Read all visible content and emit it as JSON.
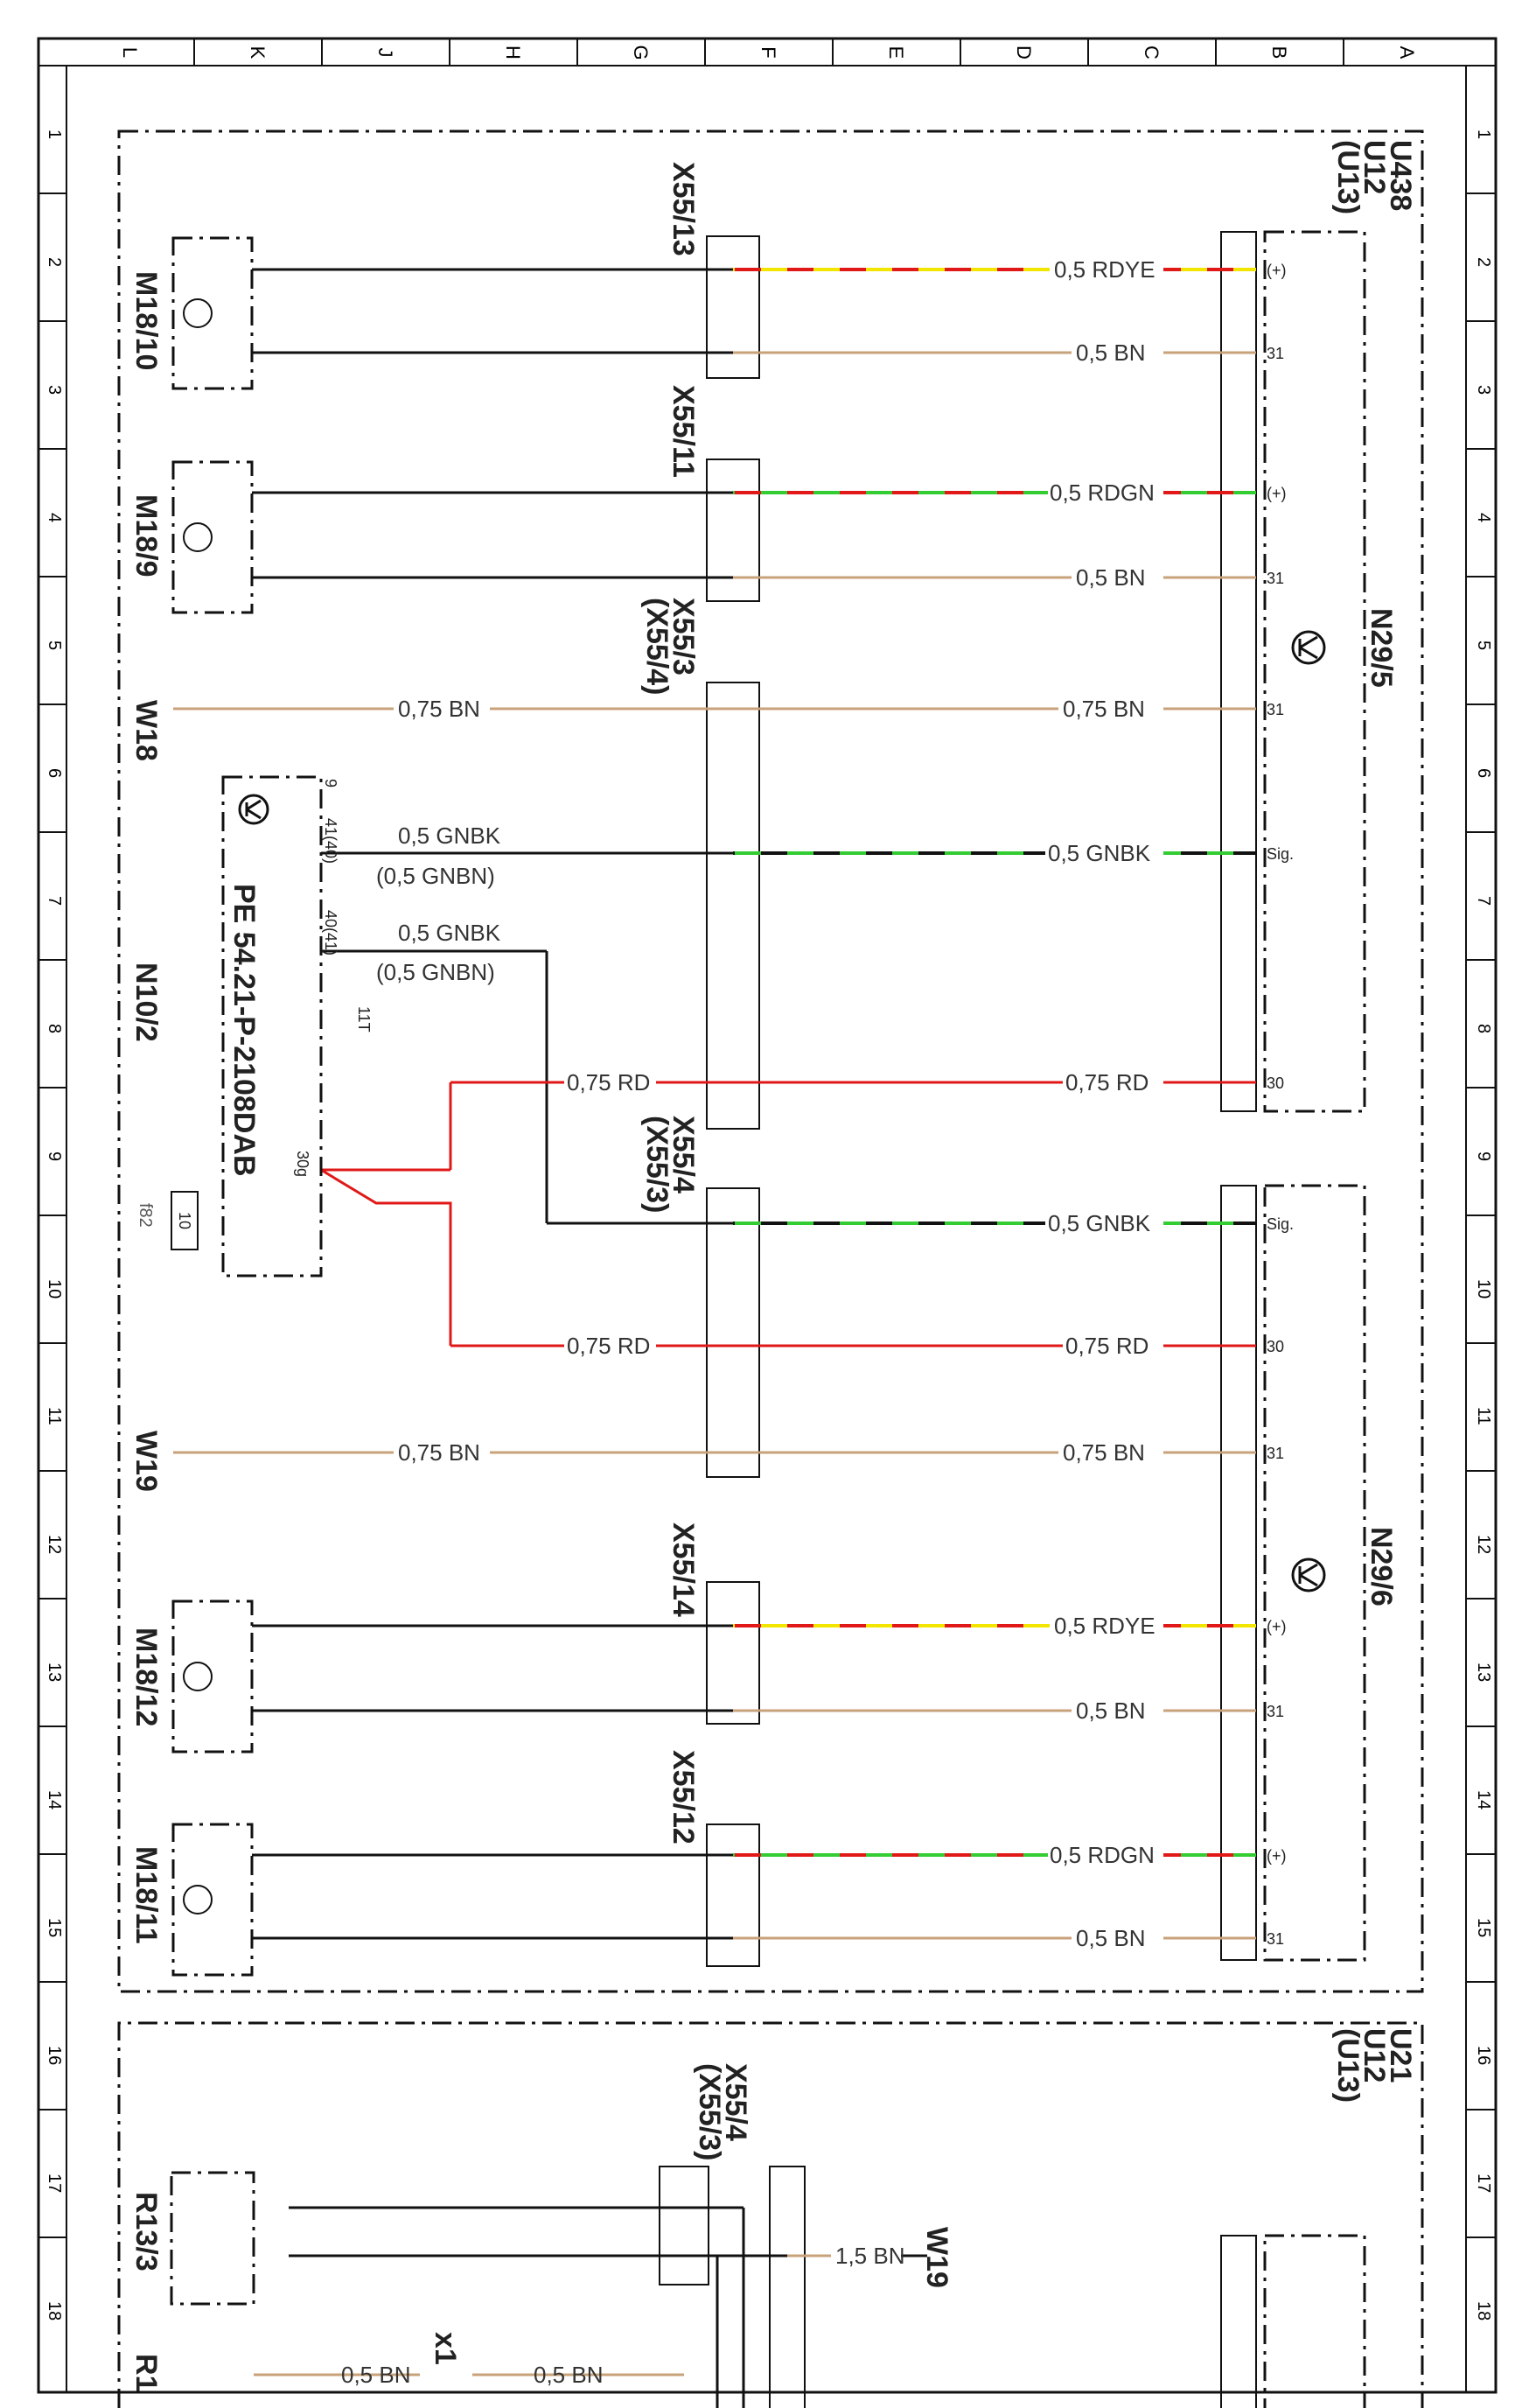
{
  "grid": {
    "columns": [
      "L",
      "K",
      "J",
      "H",
      "G",
      "F",
      "E",
      "D",
      "C",
      "B",
      "A"
    ],
    "rows": [
      "1",
      "2",
      "3",
      "4",
      "5",
      "6",
      "7",
      "8",
      "9",
      "10",
      "11",
      "12",
      "13",
      "14",
      "15",
      "16",
      "17",
      "18"
    ]
  },
  "group_top_label": "U438\nU12\n(U13)",
  "group_bottom_label": "U21\nU12\n(U13)",
  "components": {
    "m18_10": "M18/10",
    "m18_9": "M18/9",
    "m18_12": "M18/12",
    "m18_11": "M18/11",
    "w18": "W18",
    "w19": "W19",
    "w19b": "W19",
    "n10_2": "N10/2",
    "pe_ref": "PE 54.21-P-2108DAB",
    "n29_5": "N29/5",
    "n29_6": "N29/6",
    "r13_3": "R13/3",
    "r1x": "R1",
    "f82": "f82",
    "fuse_val": "10",
    "x1": "x1"
  },
  "connectors": {
    "x55_13": "X55/13",
    "x55_11": "X55/11",
    "x55_3": "X55/3",
    "x55_3_alt": "(X55/4)",
    "x55_4": "X55/4",
    "x55_4_alt": "(X55/3)",
    "x55_14": "X55/14",
    "x55_12": "X55/12",
    "x55_4b": "X55/4",
    "x55_4b_alt": "(X55/3)"
  },
  "wires": {
    "w1": "0,5 RDYE",
    "w2": "0,5 BN",
    "w3": "0,5 RDGN",
    "w4": "0,5 BN",
    "w5a": "0,75 BN",
    "w5b": "0,75 BN",
    "w6a": "0,5 GNBK",
    "w6a_alt": "(0,5 GNBN)",
    "w6b": "0,5 GNBK",
    "w7a": "0,5 GNBK",
    "w7a_alt": "(0,5 GNBN)",
    "w8a": "0,75 RD",
    "w8b": "0,75 RD",
    "w9": "0,5 GNBK",
    "w10a": "0,75 RD",
    "w10b": "0,75 RD",
    "w11a": "0,75 BN",
    "w11b": "0,75 BN",
    "w12": "0,5 RDYE",
    "w13": "0,5 BN",
    "w14": "0,5 RDGN",
    "w15": "0,5 BN",
    "w16": "1,5 BN",
    "w17a": "0,5 BN",
    "w17b": "0,5 BN"
  },
  "pins": {
    "n29_5": [
      "(+)",
      "31",
      "(+)",
      "31",
      "31",
      "Sig.",
      "30"
    ],
    "n29_6": [
      "Sig.",
      "30",
      "31",
      "(+)",
      "31",
      "(+)",
      "31"
    ],
    "n10_2": [
      "41(40)",
      "40(41)",
      "11T",
      "30g",
      "9"
    ]
  },
  "colors": {
    "red": "#e01818",
    "brown": "#c8a27a",
    "green": "#33cc33",
    "yellow": "#f2e600",
    "black": "#111111"
  }
}
